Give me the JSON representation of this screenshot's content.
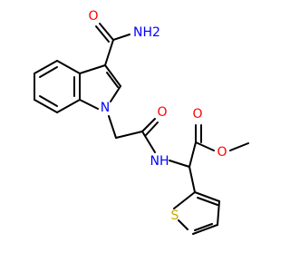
{
  "colors": {
    "bond": "#000000",
    "nitrogen": "#0000ff",
    "oxygen": "#ff0000",
    "sulfur": "#c8a800",
    "carbon": "#000000"
  },
  "atoms": {
    "amide_o": {
      "label": "O",
      "element": "oxygen"
    },
    "amide_nh2": {
      "label": "NH2",
      "element": "nitrogen"
    },
    "indole_n": {
      "label": "N",
      "element": "nitrogen"
    },
    "linker_o": {
      "label": "O",
      "element": "oxygen"
    },
    "linker_nh": {
      "label": "NH",
      "element": "nitrogen"
    },
    "ester_carbonyl_o": {
      "label": "O",
      "element": "oxygen"
    },
    "ester_o": {
      "label": "O",
      "element": "oxygen"
    },
    "thiophene_s": {
      "label": "S",
      "element": "sulfur"
    }
  }
}
